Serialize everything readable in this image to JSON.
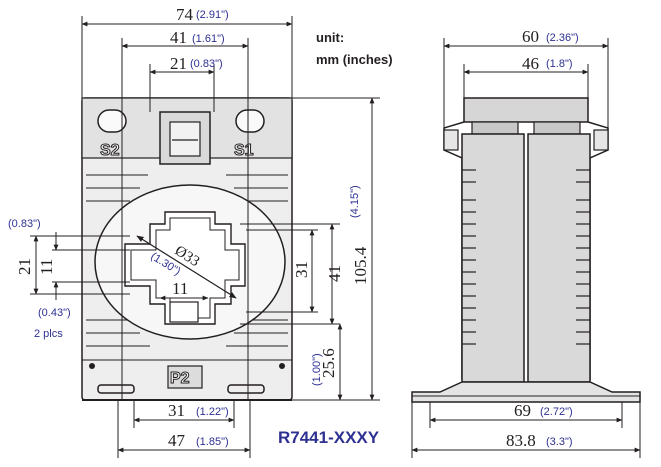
{
  "front": {
    "overall_width": {
      "value": "74",
      "inch": "(2.91\")"
    },
    "terminal_span": {
      "value": "41",
      "inch": "(1.61\")"
    },
    "inner_span": {
      "value": "21",
      "inch": "(0.83\")"
    },
    "height": {
      "value": "105.4",
      "inch": "(4.15\")"
    },
    "window_height": {
      "value": "41"
    },
    "window_inner": {
      "value": "31"
    },
    "bottom_offset": {
      "value": "25.6",
      "inch": "(1.00\")"
    },
    "hole_diameter": {
      "value": "Ø33",
      "inch": "(1.30\")"
    },
    "slot_width": {
      "value": "11"
    },
    "left_outer": {
      "value": "21",
      "inch": "(0.83\")"
    },
    "left_inner": {
      "value": "11",
      "inch": "(0.43\")"
    },
    "left_note": "2 plcs",
    "base_inner": {
      "value": "31",
      "inch": "(1.22\")"
    },
    "base_outer": {
      "value": "47",
      "inch": "(1.85\")"
    },
    "terminal_s1": "S1",
    "terminal_s2": "S2",
    "primary_p2": "P2"
  },
  "side": {
    "width": {
      "value": "60",
      "inch": "(2.36\")"
    },
    "inner": {
      "value": "46",
      "inch": "(1.8\")"
    },
    "base_inner": {
      "value": "69",
      "inch": "(2.72\")"
    },
    "base_outer": {
      "value": "83.8",
      "inch": "(3.3\")"
    }
  },
  "unit_label_1": "unit:",
  "unit_label_2": "mm (inches)",
  "model": "R7441-XXXY",
  "colors": {
    "line": "#231f20",
    "inch_text": "#2e3192",
    "body_fill": "#e8e8e8"
  }
}
